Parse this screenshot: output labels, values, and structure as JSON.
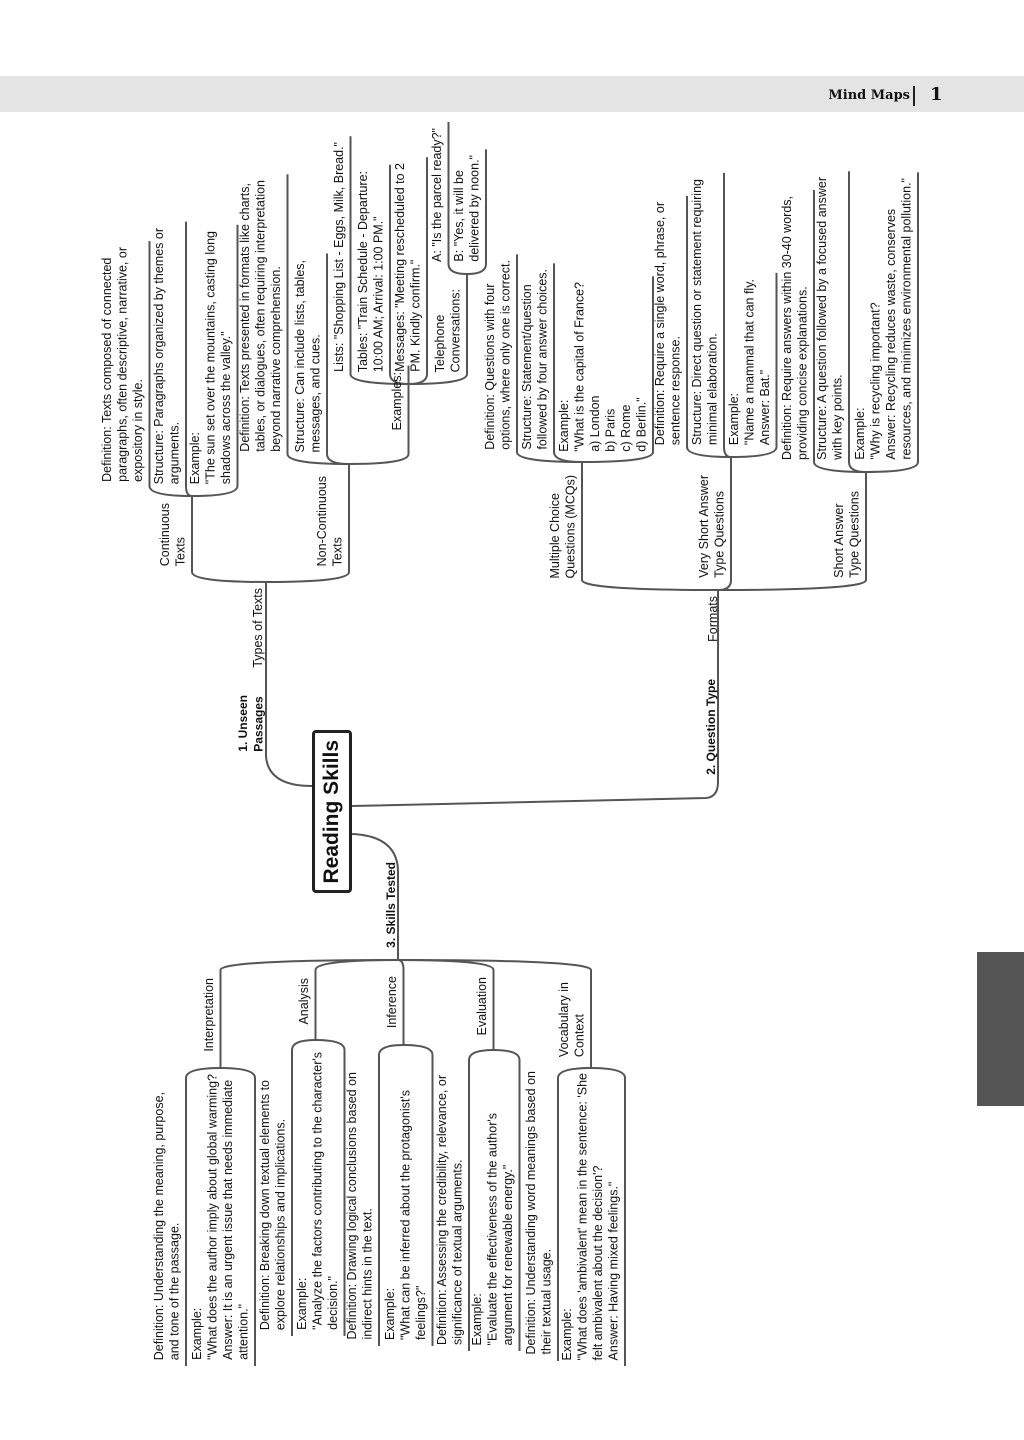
{
  "header": {
    "title": "Mind Maps",
    "page_number": "1"
  },
  "colors": {
    "line": "#555555",
    "band": "#e4e4e4",
    "tab": "#555555"
  },
  "map": {
    "root": "Reading Skills",
    "unseen": {
      "label": "1. Unseen\nPassages",
      "types_label": "Types of Texts",
      "continuous": {
        "label": "Continuous\nTexts",
        "definition": "Definition: Texts composed of connected\nparagraphs, often descriptive, narrative, or\nexpository in style.",
        "structure": "Structure: Paragraphs organized by themes or\narguments.",
        "example": "Example:\n\"The sun set over the mountains, casting long\nshadows across the valley.\""
      },
      "non_continuous": {
        "label": "Non-Continuous\nTexts",
        "definition": "Definition: Texts presented in formats like charts,\ntables, or dialogues, often requiring interpretation\nbeyond narrative comprehension.",
        "structure": "Structure: Can include lists, tables,\nmessages, and cues.",
        "examples_label": "Examples:",
        "lists": "Lists: \"Shopping List - Eggs, Milk, Bread.\"",
        "tables": "Tables: \"Train Schedule - Departure:\n10:00 AM; Arrival: 1:00 PM.\"",
        "messages": "Messages: \"Meeting rescheduled to 2\nPM. Kindly confirm.\"",
        "telephone": "Telephone\nConversations:",
        "tel_a": "A: \"Is the parcel ready?\"",
        "tel_b": "B: \"Yes, it will be\ndelivered by noon.\""
      }
    },
    "question_type": {
      "label": "2. Question Type",
      "formats_label": "Formats",
      "mcq": {
        "label": "Multiple Choice\nQuestions (MCQs)",
        "definition": "Definition: Questions with four\noptions, where only one is correct.",
        "structure": "Structure: Statement/question\nfollowed by four answer choices.",
        "example": "Example:\n\"What is the capital of France?\na) London\nb) Paris\nc) Rome\nd) Berlin.\""
      },
      "very_short": {
        "label": "Very Short Answer\nType Questions",
        "definition": "Definition: Require a single word, phrase, or\nsentence response.",
        "structure": "Structure: Direct question or statement requiring\nminimal elaboration.",
        "example": "Example:\n\"Name a mammal that can fly.\nAnswer: Bat.\""
      },
      "short": {
        "label": "Short Answer\nType Questions",
        "definition": "Definition: Require answers within 30-40 words,\nproviding concise explanations.",
        "structure": "Structure: A question followed by a focused answer\nwith key points.",
        "example": "Example:\n\"Why is recycling important?\nAnswer: Recycling reduces waste, conserves\nresources, and minimizes environmental pollution.\""
      }
    },
    "skills": {
      "label": "3. Skills Tested",
      "interpretation": {
        "label": "Interpretation",
        "definition": "Definition: Understanding the meaning, purpose,\nand tone of the passage.",
        "example": "Example:\n\"What does the author imply about global warming?\nAnswer: It is an urgent issue that needs immediate\nattention.\""
      },
      "analysis": {
        "label": "Analysis",
        "definition": "Definition: Breaking down textual elements to\nexplore relationships and implications.",
        "example": "Example:\n\"Analyze the factors contributing to the character's\ndecision.\""
      },
      "inference": {
        "label": "Inference",
        "definition": "Definition: Drawing logical conclusions based on\nindirect hints in the text.",
        "example": "Example:\n\"What can be inferred about the protagonist's\nfeelings?\""
      },
      "evaluation": {
        "label": "Evaluation",
        "definition": "Definition: Assessing the credibility, relevance, or\nsignificance of textual arguments.",
        "example": "Example:\n\"Evaluate the effectiveness of the author's\nargument for renewable energy.\""
      },
      "vocabulary": {
        "label": "Vocabulary in\nContext",
        "definition": "Definition: Understanding word meanings based on\ntheir textual usage.",
        "example": "Example:\n\"What does 'ambivalent' mean in the sentence: 'She\nfelt ambivalent about the decision'?\nAnswer: Having mixed feelings.\""
      }
    }
  }
}
